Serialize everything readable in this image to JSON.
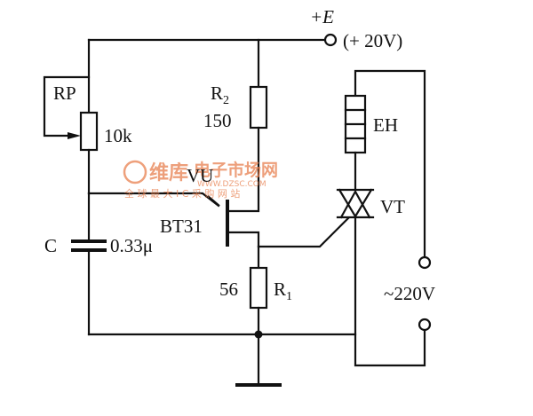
{
  "supply": {
    "symbol": "+E",
    "value": "(+ 20V)"
  },
  "components": {
    "rp": {
      "name": "RP",
      "value": "10k"
    },
    "r2": {
      "name": "R",
      "sub": "2",
      "value": "150"
    },
    "r1": {
      "name": "R",
      "sub": "1",
      "value": "56"
    },
    "c": {
      "name": "C",
      "value": "0.33μ"
    },
    "ujt": {
      "name": "VU",
      "type": "BT31"
    },
    "heater": {
      "name": "EH"
    },
    "triac": {
      "name": "VT"
    }
  },
  "ac_source": {
    "value": "~220V"
  },
  "watermark": {
    "brand": "维库",
    "title": "电子市场网",
    "url": "WWW.DZSC.COM",
    "slogan": "全 球 最 大 I C 采 购 网 站"
  },
  "colors": {
    "line": "#111111",
    "watermark": "#e8804f"
  }
}
